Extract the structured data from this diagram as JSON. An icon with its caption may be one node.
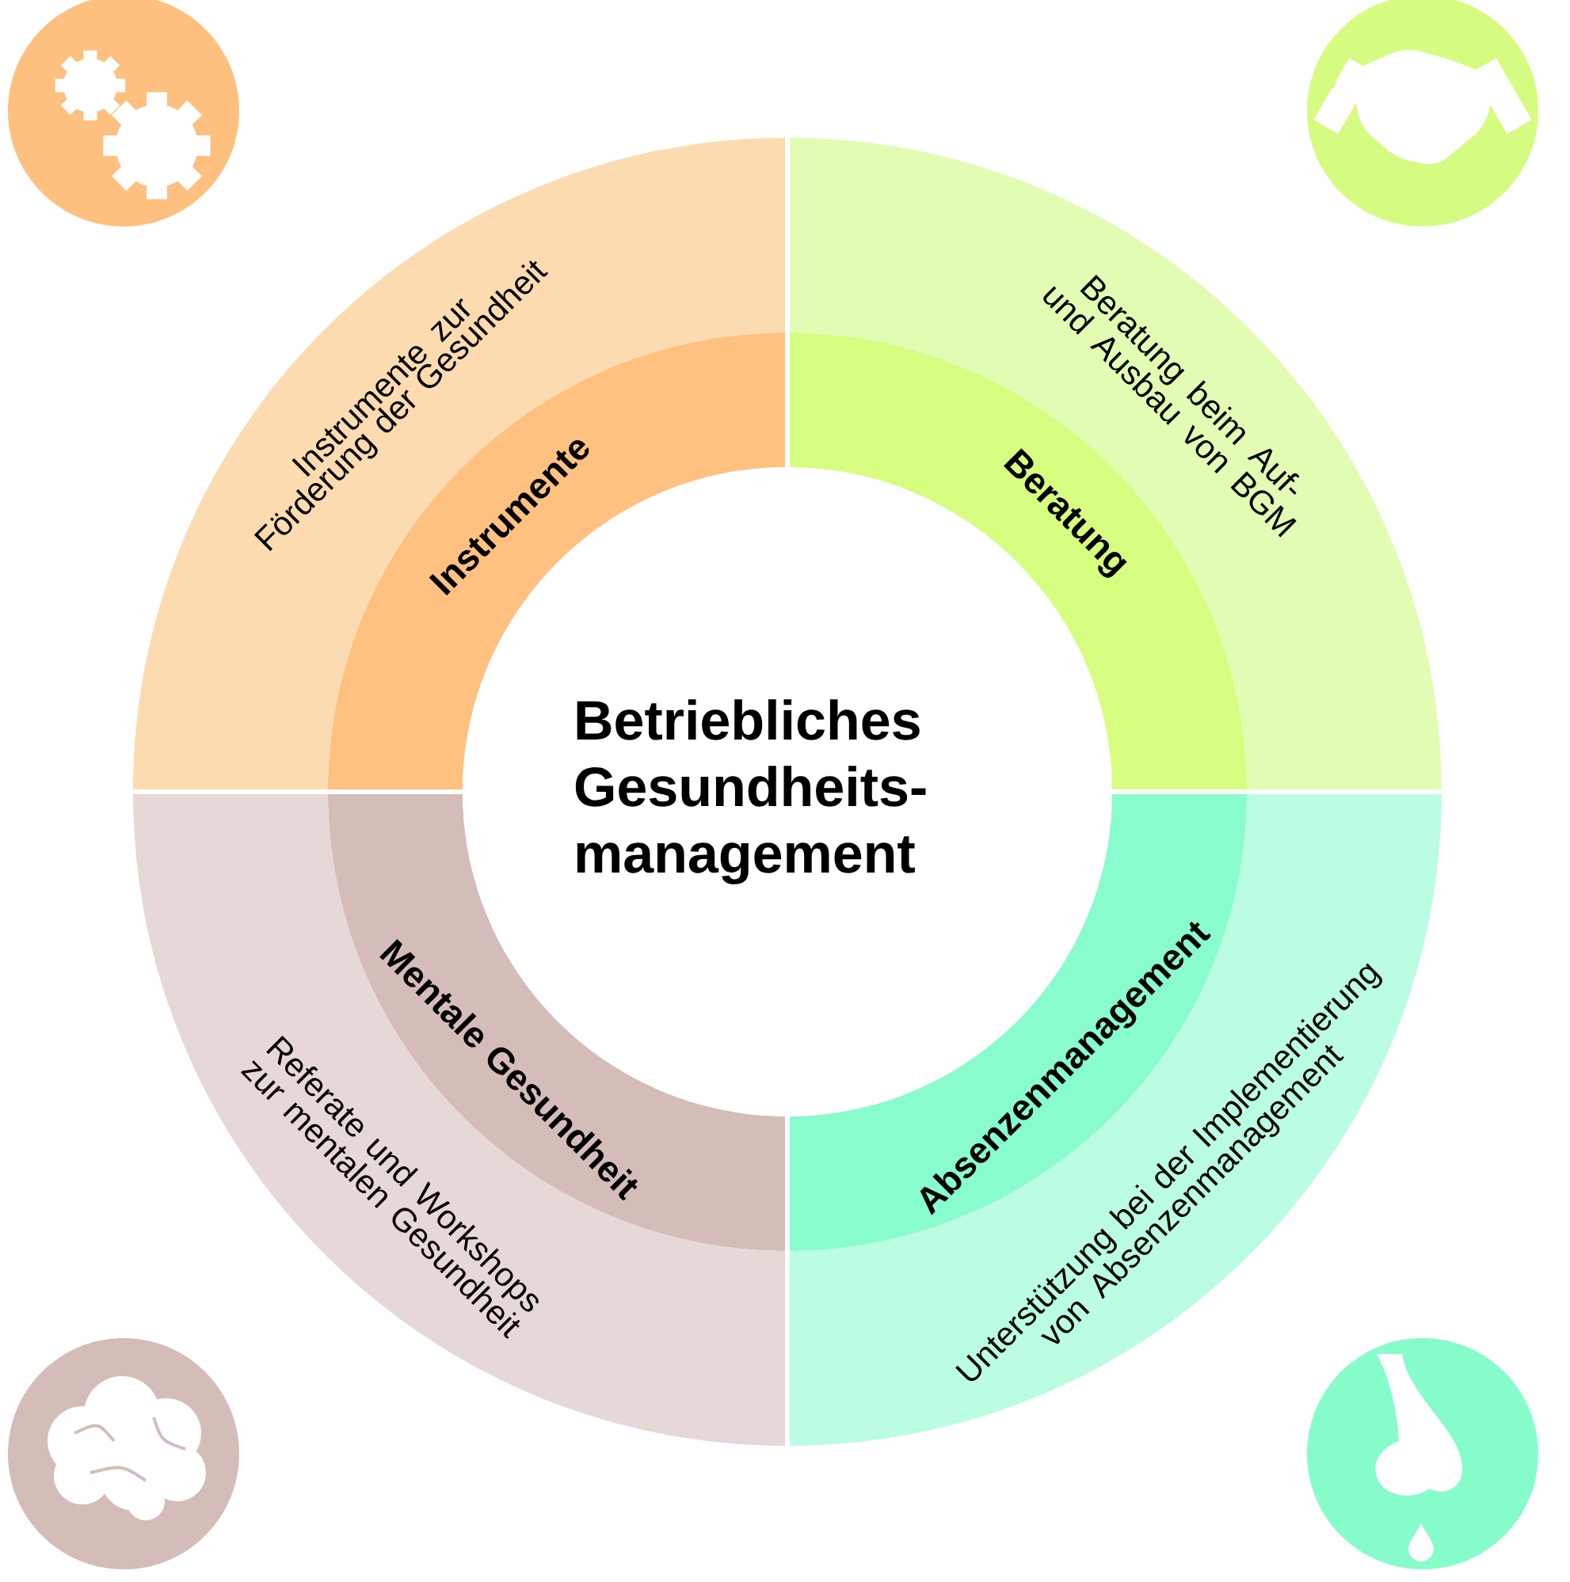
{
  "diagram": {
    "nodes": [
      {
        "text": [
          "Betriebliches Gesundheits- management"
        ]
      },
      {
        "text": [
          "Instrumente"
        ]
      },
      {
        "text": [
          "Beratung"
        ]
      },
      {
        "text": [
          "Absenzenmanagement"
        ]
      },
      {
        "text": [
          "Mentale Gesundheit"
        ]
      },
      {
        "text": [
          "Instrumente zur Förderung der Gesundheit"
        ]
      },
      {
        "text": [
          "Beratung beim Auf- und Ausbau von BGM"
        ]
      },
      {
        "text": [
          "Unterstützung bei der Implementierung von Absenzenmanagement"
        ]
      },
      {
        "text": [
          "Referate und Workshops zur mentalen Gesundheit"
        ]
      }
    ]
  }
}
